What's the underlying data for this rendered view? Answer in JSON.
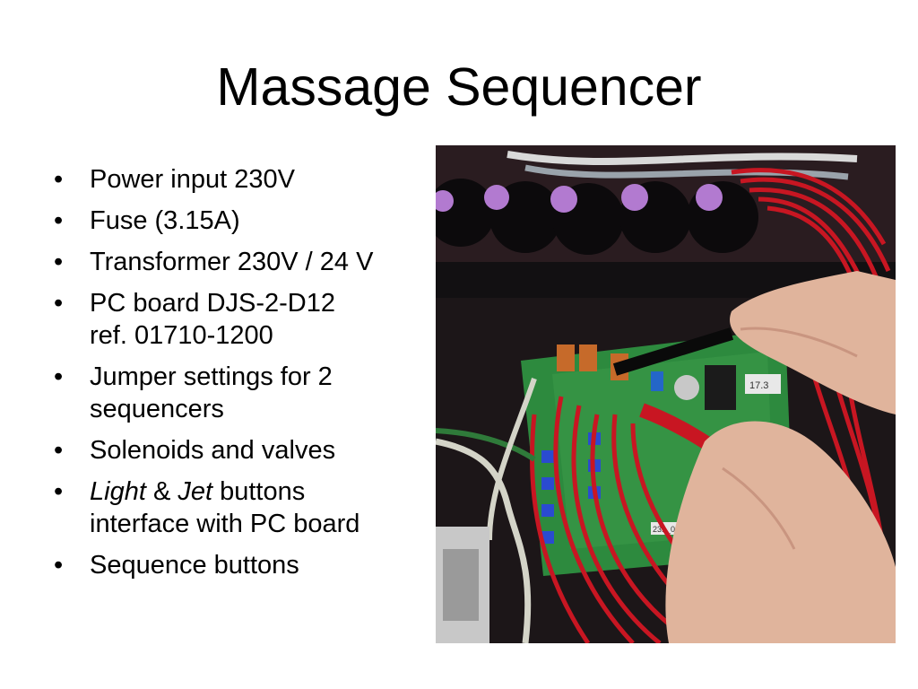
{
  "slide": {
    "title": "Massage Sequencer",
    "bullet_glyph": "•",
    "bullets": [
      {
        "lines": [
          "Power input 230V"
        ]
      },
      {
        "lines": [
          "Fuse (3.15A)"
        ]
      },
      {
        "lines": [
          "Transformer 230V / 24 V"
        ]
      },
      {
        "lines": [
          "PC board DJS-2-D12",
          "ref. 01710-1200"
        ]
      },
      {
        "lines": [
          "Jumper settings for 2",
          "sequencers"
        ]
      },
      {
        "lines": [
          "Solenoids and valves"
        ]
      },
      {
        "parts": [
          "Light",
          " & ",
          "Jet",
          " buttons"
        ],
        "line2": "interface with PC board"
      },
      {
        "lines": [
          "Sequence buttons"
        ]
      }
    ],
    "photo": {
      "board_label_1": "17.3",
      "board_label_2": "231_04_00"
    }
  },
  "colors": {
    "wire_red": "#c81622",
    "board_green": "#2d8a3e",
    "button_purple": "#b27ad0",
    "skin": "#e0b49c"
  }
}
